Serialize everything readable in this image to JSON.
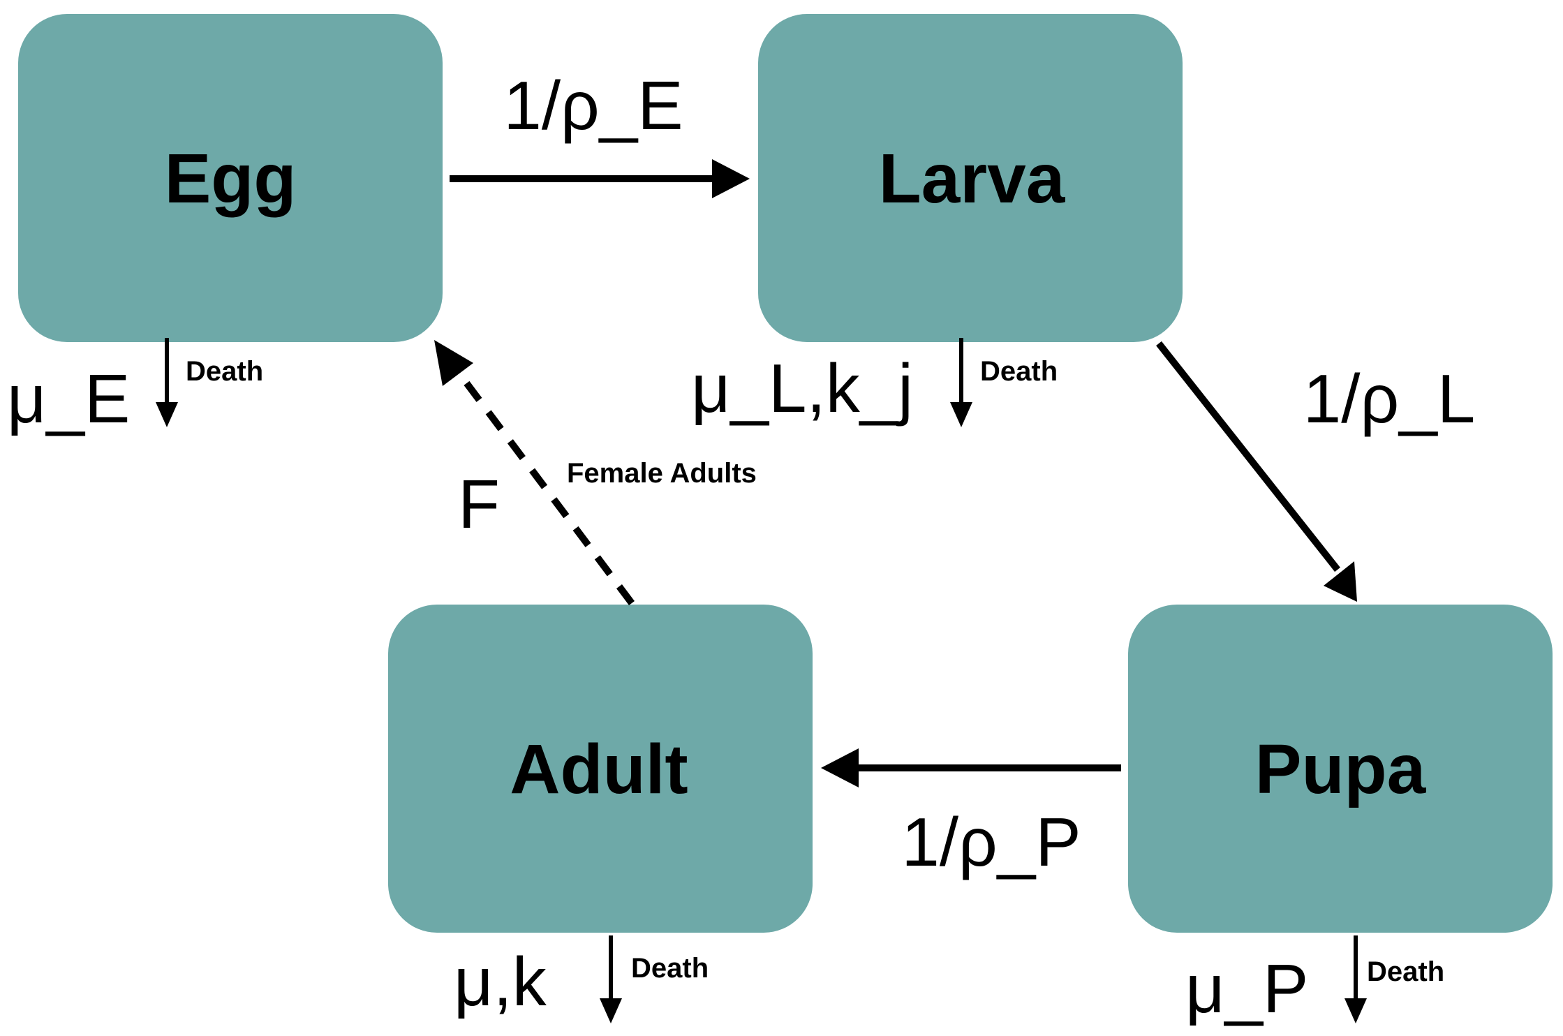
{
  "colors": {
    "box_fill": "#6ea9a8",
    "text": "#000000",
    "arrow": "#000000",
    "background": "#ffffff"
  },
  "stages": {
    "egg": "Egg",
    "larva": "Larva",
    "pupa": "Pupa",
    "adult": "Adult"
  },
  "transitions": {
    "egg_to_larva": "1/ρ_E",
    "larva_to_pupa": "1/ρ_L",
    "pupa_to_adult": "1/ρ_P",
    "adult_to_egg": "F",
    "adult_to_egg_note": "Female Adults"
  },
  "mortality": {
    "egg": "μ_E",
    "larva": "μ_L,k_j",
    "pupa": "μ_P",
    "adult": "μ,k",
    "death_label": "Death"
  }
}
